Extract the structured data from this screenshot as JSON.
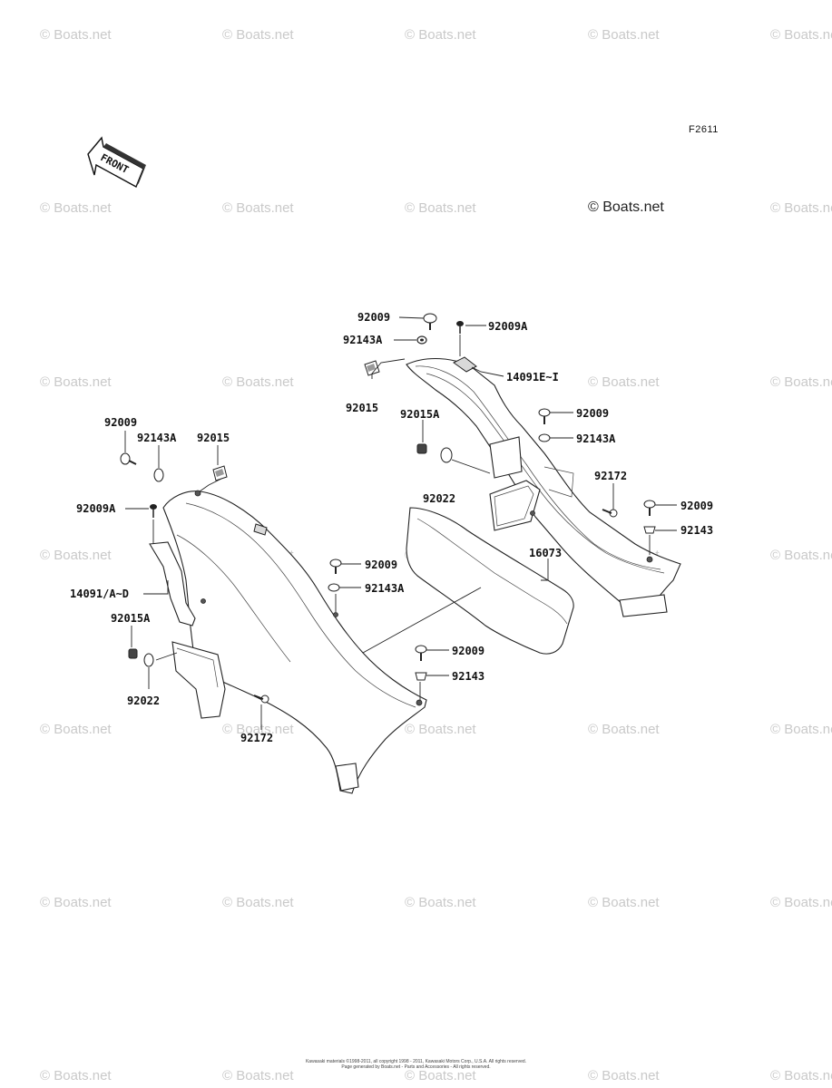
{
  "figure_code": "F2611",
  "front_arrow_label": "FRONT",
  "watermark_text": "© Boats.net",
  "main_watermark": "© Boats.net",
  "parts": {
    "p1": "92009",
    "p2": "92009A",
    "p3": "92143A",
    "p4": "14091E~I",
    "p5": "92015",
    "p6": "92015A",
    "p7": "92009",
    "p8": "92143A",
    "p9": "92022",
    "p10": "92172",
    "p11": "92009",
    "p12": "92143",
    "p13": "16073",
    "p14": "92009",
    "p15": "92143A",
    "p16": "92015",
    "p17": "92009A",
    "p18": "14091/A~D",
    "p19": "92009",
    "p20": "92143A",
    "p21": "92015A",
    "p22": "92022",
    "p23": "92172",
    "p24": "92009",
    "p25": "92143"
  },
  "footer": {
    "line1": "Kawasaki materials ©1998-2011, all copyright 1998 - 2011, Kawasaki Motors Corp., U.S.A. All rights reserved.",
    "line2": "Page generated by Boats.net - Parts and Accessories - All rights reserved."
  }
}
